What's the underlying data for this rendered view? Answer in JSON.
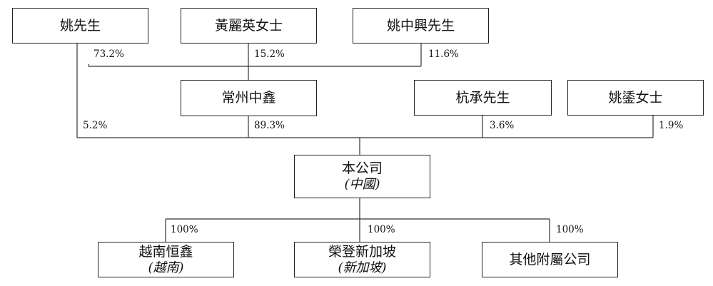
{
  "nodes": {
    "mr_yao": "姚先生",
    "ms_huang": "黃麗英女士",
    "mr_yao_zhongxing": "姚中興先生",
    "changzhou_zhongxin": "常州中鑫",
    "mr_hang_cheng": "杭承先生",
    "ms_yao_wu": "姚鋈女士",
    "company": {
      "name": "本公司",
      "location": "(中國)"
    },
    "vietnam_hengxin": {
      "name": "越南恒鑫",
      "location": "(越南)"
    },
    "rongdeng_singapore": {
      "name": "榮登新加坡",
      "location": "(新加坡)"
    },
    "other_subsidiaries": "其他附屬公司"
  },
  "percentages": {
    "mr_yao_to_changzhou": "73.2%",
    "ms_huang_to_changzhou": "15.2%",
    "mr_yao_zhongxing_to_changzhou": "11.6%",
    "mr_yao_to_company": "5.2%",
    "changzhou_to_company": "89.3%",
    "mr_hang_to_company": "3.6%",
    "ms_yao_wu_to_company": "1.9%",
    "company_to_vietnam": "100%",
    "company_to_singapore": "100%",
    "company_to_others": "100%"
  }
}
